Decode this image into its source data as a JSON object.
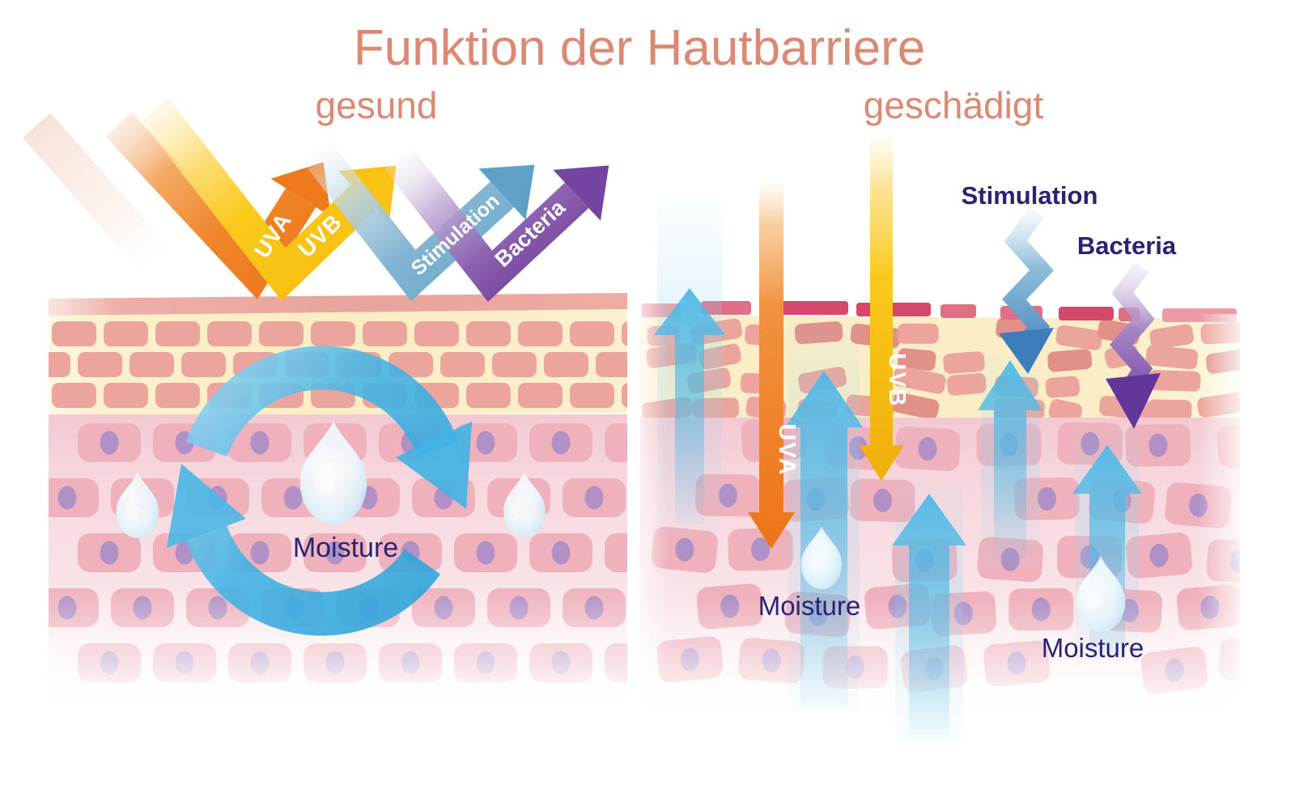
{
  "title": {
    "text": "Funktion der Hautbarriere"
  },
  "panels": {
    "healthy": {
      "label": "gesund",
      "ray_labels": {
        "uva": "UVA",
        "uvb": "UVB",
        "stimulation": "Stimulation",
        "bacteria": "Bacteria"
      },
      "moisture_label": "Moisture"
    },
    "damaged": {
      "label": "geschädigt",
      "stimulation_label": "Stimulation",
      "bacteria_label": "Bacteria",
      "uva_label": "UVA",
      "uvb_label": "UVB",
      "moisture_label_1": "Moisture",
      "moisture_label_2": "Moisture"
    }
  },
  "colors": {
    "title_text": "#DC8973",
    "label_navy": "#2A2273",
    "ray_label_white": "#FFFFFF",
    "uva_orange": "#F0862B",
    "uva_deep": "#ED7415",
    "uvb_yellow": "#FBC91B",
    "uvb_deep": "#F0AE0C",
    "stimulation_blue": "#74AECE",
    "stimulation_deep": "#3C7EBC",
    "bacteria_purple": "#7A4BA3",
    "bacteria_deep": "#63369B",
    "moisture_cycle_blue": "#41B3E4",
    "up_arrow_blue": "#52BAE6",
    "surface_salmon": "#E9A49C",
    "damaged_segment_dark": "#D5486C",
    "damaged_segment_mid": "#E06F85",
    "damaged_segment_light": "#EC9AA6",
    "epidermis_yellow": "#FBEEC6",
    "brick_salmon": "#EBA59C",
    "dermis_pink": "#F6D6DC",
    "cell_pink": "#EFB2BD",
    "nucleus_purple": "#A98CC5",
    "droplet_blue": "#BCE2F4",
    "ghost_beam_peach": "#F2CBB7"
  }
}
